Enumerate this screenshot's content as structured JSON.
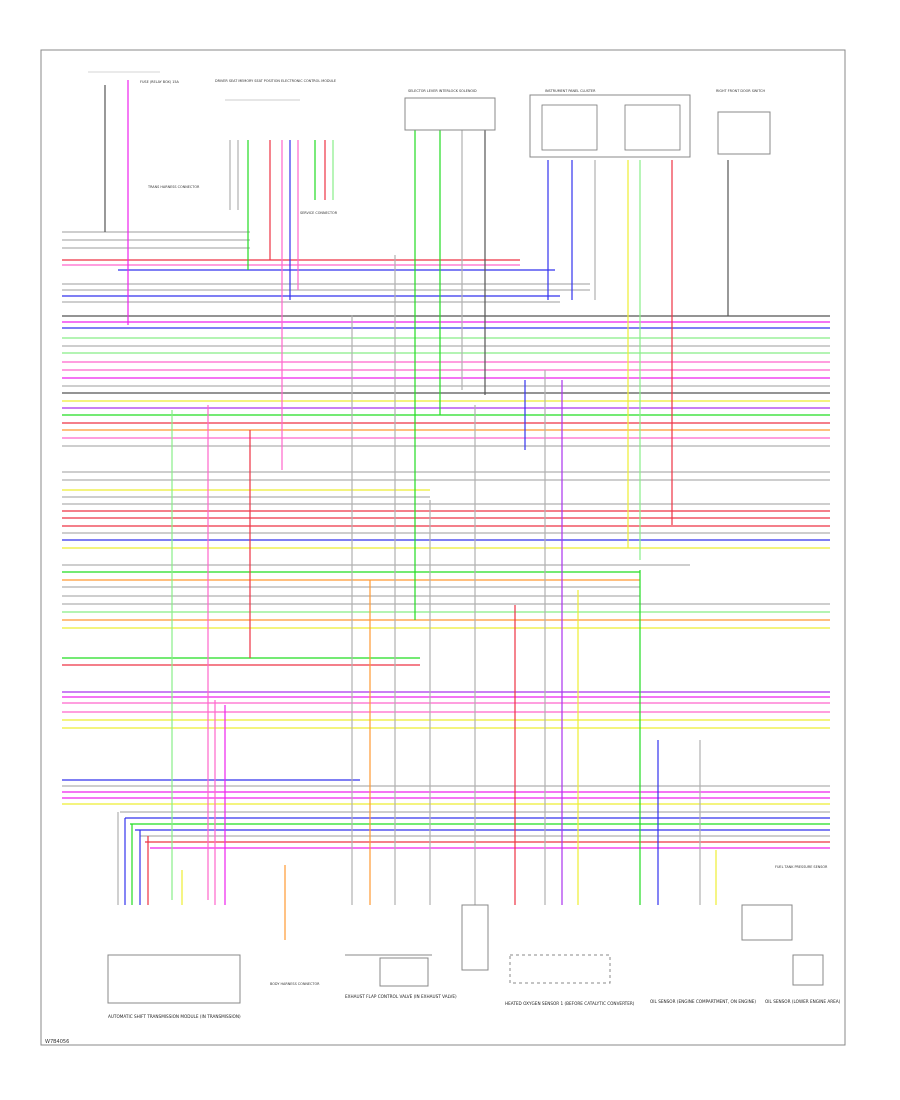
{
  "diagram": {
    "footer_code": "W7B4056",
    "colors": {
      "frame": "#888888",
      "wire_gray": "#b0b0b0",
      "wire_black": "#555555",
      "wire_blue": "#3333ee",
      "wire_pink": "#ff66cc",
      "wire_magenta": "#ee22ee",
      "wire_green": "#22dd22",
      "wire_yellow": "#eeee33",
      "wire_red": "#ee3344",
      "wire_orange": "#ff9933",
      "wire_violet": "#aa33ee",
      "wire_lightgreen": "#88ee88"
    },
    "components": {
      "fuse_relay_box": "FUSE (RELAY BOX) 15A",
      "driver_power_seat_module": "DRIVER SEAT MEMORY SEAT POSITION ELECTRONIC CONTROL MODULE",
      "ignition_interlock": "SELECTOR LEVER INTERLOCK SOLENOID",
      "instrument_panel": "INSTRUMENT PANEL CLUSTER",
      "right_front_switch": "RIGHT FRONT DOOR SWITCH",
      "junction_cable": "TRANS HARNESS CONNECTOR",
      "spare_connector": "SERVICE CONNECTOR",
      "transmission_module": "AUTOMATIC SHIFT TRANSMISSION MODULE (IN TRANSMISSION)",
      "body_connector": "BODY HARNESS CONNECTOR",
      "exhaust_valve": "EXHAUST FLAP CONTROL VALVE (IN EXHAUST VALVE)",
      "heated_oxygen": "HEATED OXYGEN SENSOR 1 (BEFORE CATALYTIC CONVERTER)",
      "speed_sensor": "OIL SENSOR (ENGINE COMPARTMENT, ON ENGINE)",
      "ground_point": "FUEL TANK PRESSURE SENSOR",
      "oil_sensor_right": "OIL SENSOR (LOWER ENGINE AREA)"
    }
  }
}
